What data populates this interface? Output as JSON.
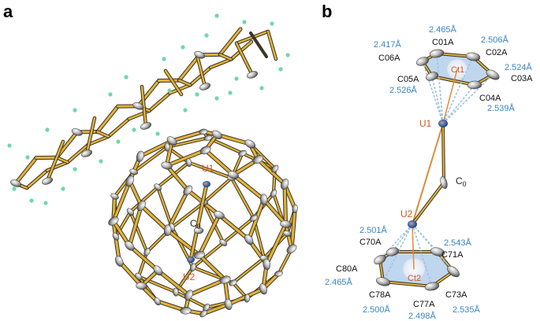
{
  "panels": {
    "a": "a",
    "b": "b"
  },
  "panel_a": {
    "u1": "U1",
    "c0": "C",
    "c0_sub": "0",
    "u2": "U2"
  },
  "panel_b": {
    "atoms": {
      "c01a": "C01A",
      "c02a": "C02A",
      "c03a": "C03A",
      "c04a": "C04A",
      "c05a": "C05A",
      "c06a": "C06A",
      "c70a": "C70A",
      "c71a": "C71A",
      "c73a": "C73A",
      "c77a": "C77A",
      "c78a": "C78A",
      "c80a": "C80A"
    },
    "centroids": {
      "ct1": "Ct1",
      "ct2": "Ct2"
    },
    "u1": "U1",
    "u2": "U2",
    "c0": "C",
    "c0_sub": "0",
    "distances": {
      "d_c01a": "2.465Å",
      "d_c06a": "2.417Å",
      "d_c02a": "2.506Å",
      "d_c03a": "2.524Å",
      "d_c05a": "2.526Å",
      "d_c04a": "2.539Å",
      "d_c70a": "2.501Å",
      "d_c71a": "2.543Å",
      "d_c80a": "2.465Å",
      "d_c78a": "2.500Å",
      "d_c77a": "2.498Å",
      "d_c73a": "2.535Å"
    }
  },
  "colors": {
    "bond_gold": "#e0b23a",
    "bond_dark": "#3b3428",
    "atom_grey": "#9c9c9c",
    "hydrogen": "#6fd8a6",
    "ring_fill": "#a9c8ea",
    "dashed": "#9ec2e3",
    "u_bond": "#e08a3a",
    "distance_blue": "#3a86c8",
    "u_label": "#d2552a"
  }
}
